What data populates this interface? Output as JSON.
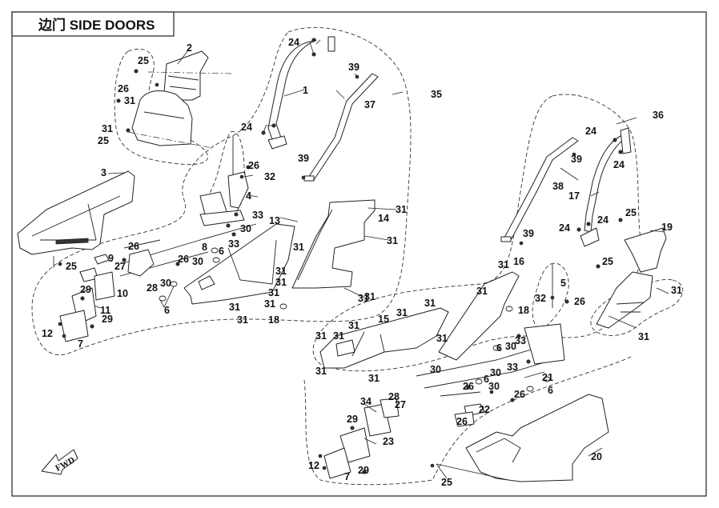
{
  "title": "边门 SIDE DOORS",
  "fwd_label": "FWD",
  "callouts": {
    "c1": "1",
    "c2": "2",
    "c3": "3",
    "c4": "4",
    "c5": "5",
    "c6a": "6",
    "c6b": "6",
    "c6c": "6",
    "c6d": "6",
    "c6e": "6",
    "c7a": "7",
    "c7b": "7",
    "c8": "8",
    "c9": "9",
    "c10": "10",
    "c11": "11",
    "c12a": "12",
    "c12b": "12",
    "c13": "13",
    "c14": "14",
    "c15": "15",
    "c16": "16",
    "c17": "17",
    "c18a": "18",
    "c18b": "18",
    "c19": "19",
    "c20": "20",
    "c21": "21",
    "c22": "22",
    "c23": "23",
    "c24a": "24",
    "c24b": "24",
    "c24c": "24",
    "c24d": "24",
    "c24e": "24",
    "c24f": "24",
    "c25a": "25",
    "c25b": "25",
    "c25c": "25",
    "c25d": "25",
    "c25e": "25",
    "c25f": "25",
    "c26a": "26",
    "c26b": "26",
    "c26c": "26",
    "c26d": "26",
    "c26e": "26",
    "c26f": "26",
    "c26g": "26",
    "c26h": "26",
    "c27a": "27",
    "c27b": "27",
    "c28a": "28",
    "c28b": "28",
    "c29a": "29",
    "c29b": "29",
    "c29c": "29",
    "c29d": "29",
    "c30a": "30",
    "c30b": "30",
    "c30c": "30",
    "c30d": "30",
    "c30e": "30",
    "c30f": "30",
    "c30g": "30",
    "c31a": "31",
    "c31b": "31",
    "c31c": "31",
    "c31d": "31",
    "c31e": "31",
    "c31f": "31",
    "c31g": "31",
    "c31h": "31",
    "c31i": "31",
    "c31j": "31",
    "c31k": "31",
    "c31l": "31",
    "c31m": "31",
    "c31n": "31",
    "c31o": "31",
    "c31p": "31",
    "c31q": "31",
    "c31r": "31",
    "c31s": "31",
    "c31t": "31",
    "c31u": "31",
    "c31v": "31",
    "c31w": "31",
    "c31x": "31",
    "c32a": "32",
    "c32b": "32",
    "c33a": "33",
    "c33b": "33",
    "c33c": "33",
    "c33d": "33",
    "c34": "34",
    "c35": "35",
    "c36": "36",
    "c37": "37",
    "c38": "38",
    "c39a": "39",
    "c39b": "39",
    "c39c": "39",
    "c39d": "39"
  },
  "group_labels": {
    "assembly_left": "35",
    "assembly_right": "36"
  }
}
